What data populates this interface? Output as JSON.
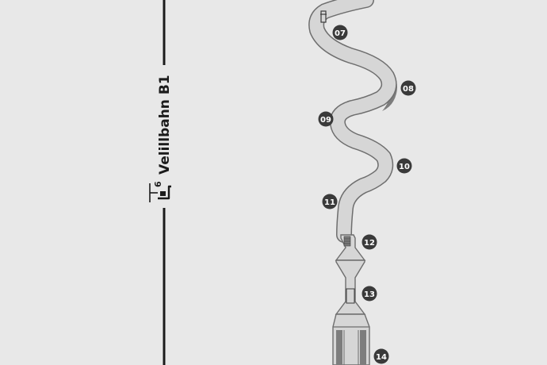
{
  "map": {
    "background": "#e8e8e8",
    "track_fill": "#d6d6d6",
    "track_stroke": "#6e6e6e",
    "bank_fill": "#7d7d7d",
    "marker_fill": "#3a3a3a",
    "lift_line_color": "#1b1b1b"
  },
  "lift": {
    "name": "Velillbahn B1",
    "capacity_number": "6",
    "icon": "chairlift-icon"
  },
  "markers": [
    "07",
    "08",
    "09",
    "10",
    "11",
    "12",
    "13",
    "14"
  ]
}
